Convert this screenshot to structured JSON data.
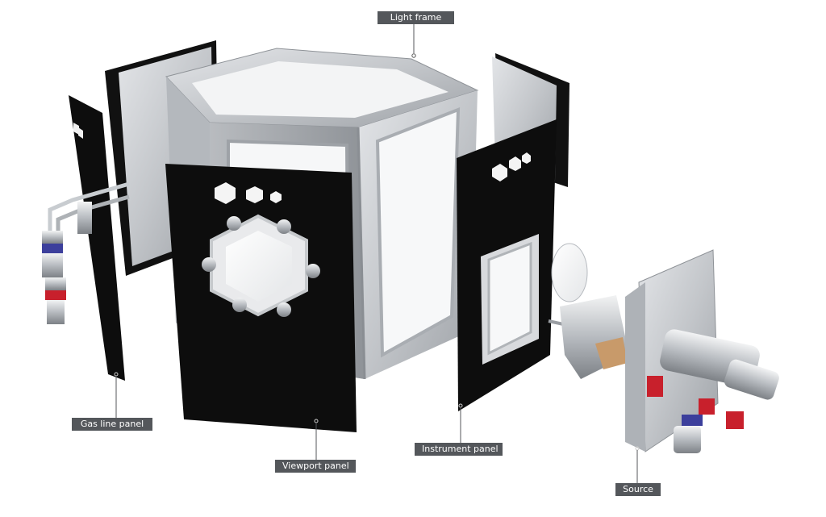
{
  "labels": {
    "light_frame": "Light frame",
    "gas_line_panel": "Gas line panel",
    "viewport_panel": "Viewport panel",
    "instrument_panel": "Instrument panel",
    "source": "Source"
  },
  "colors": {
    "panel_black": "#0d0d0d",
    "aluminum": "#c9ccd0",
    "callout_bg": "#54575b",
    "callout_text": "#ffffff",
    "fitting_red": "#c8202c",
    "fitting_blue": "#3c3f9c"
  }
}
